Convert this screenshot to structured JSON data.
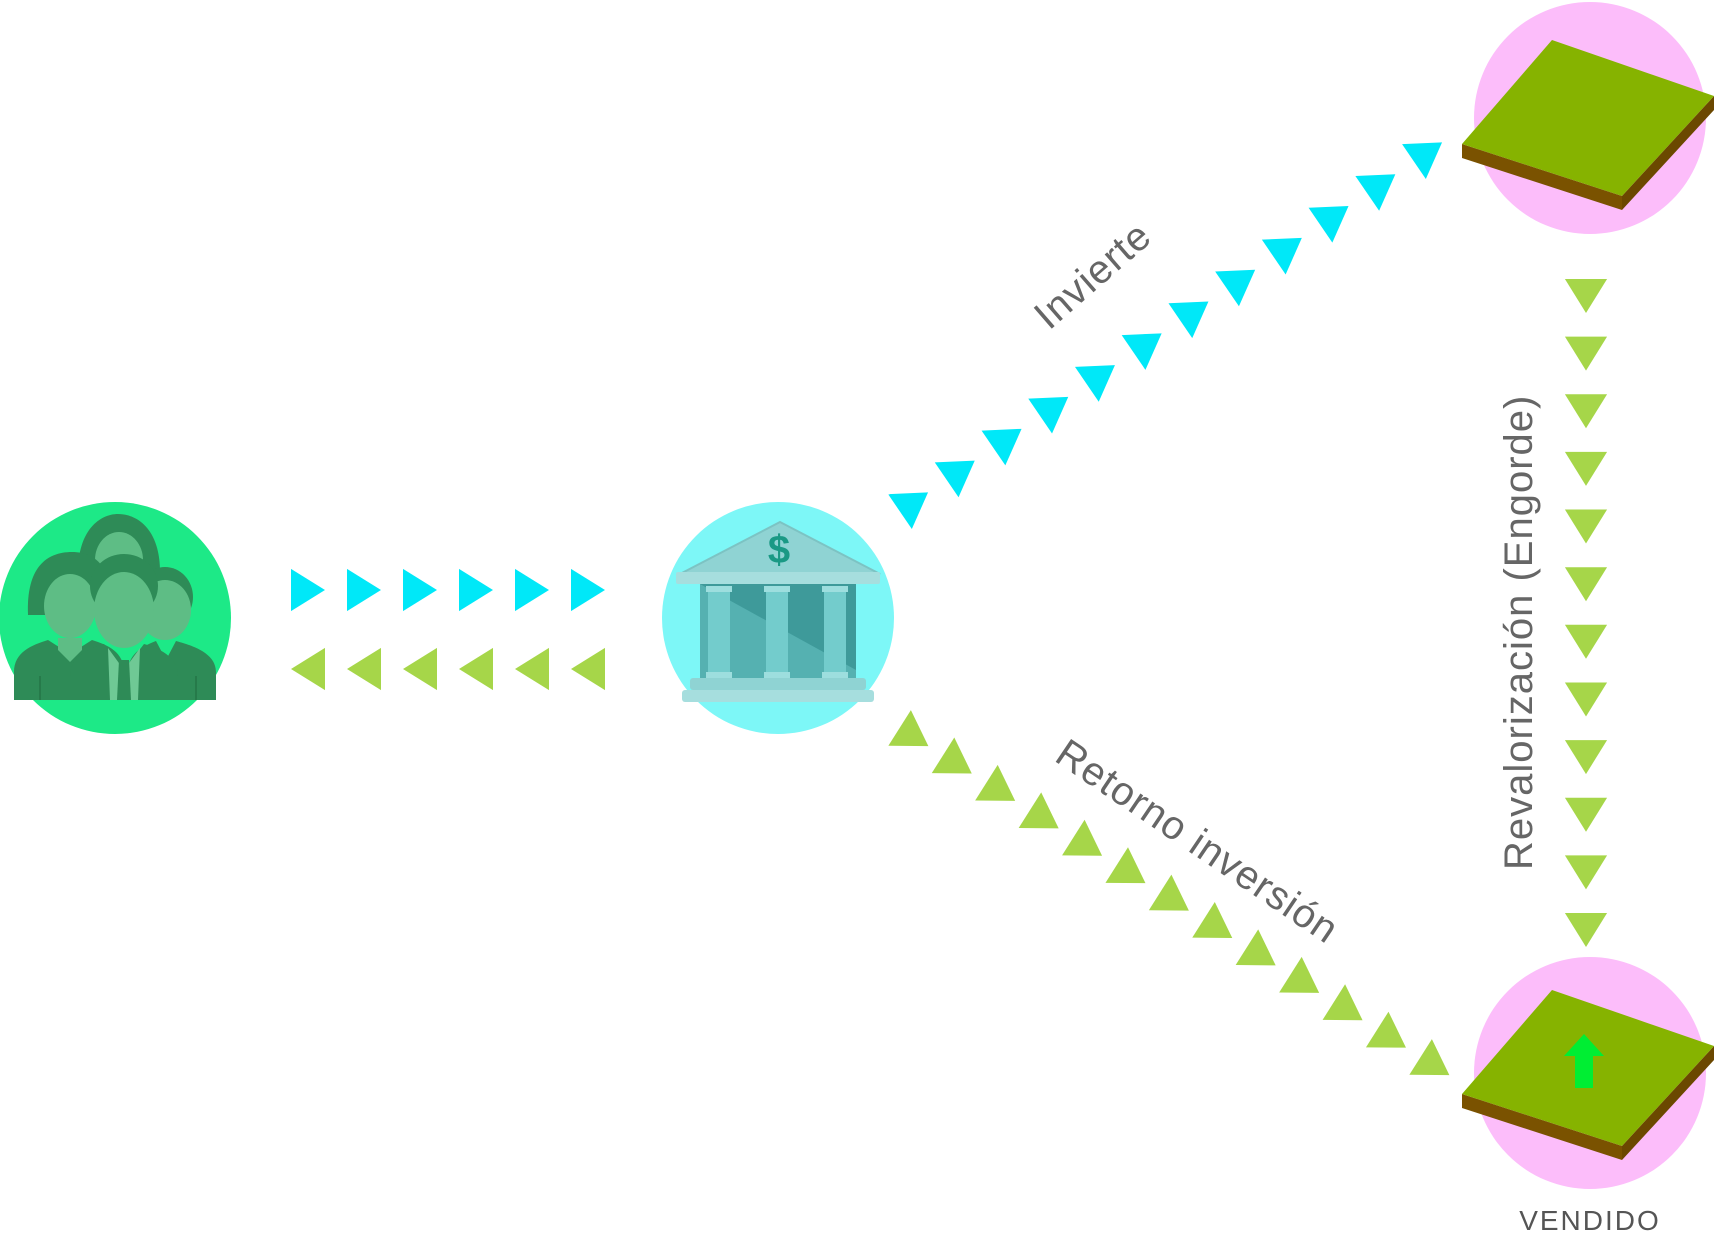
{
  "nodes": {
    "investors": {
      "icon": "investor-group-icon"
    },
    "bank": {
      "icon": "bank-icon",
      "symbol": "$"
    },
    "land_plot": {
      "icon": "land-plot-icon"
    },
    "land_plot_sold": {
      "icon": "land-plot-appreciated-icon",
      "status_label": "VENDIDO"
    }
  },
  "labels": {
    "invest": "Invierte",
    "appreciation": "Revalorización (Engorde)",
    "return": "Retorno inversión"
  },
  "colors": {
    "investor_circle": "#1de987",
    "investor_figures": "#2e8b57",
    "bank_circle": "#7df7f7",
    "plot_circle": "#fcbdfa",
    "plot_top": "#86b300",
    "plot_side": "#7a5200",
    "cyan_arrow": "#00e8f8",
    "green_arrow": "#a6d649",
    "up_arrow": "#00ee33",
    "label_text": "#666666"
  },
  "connections": [
    {
      "from": "investors",
      "to": "bank",
      "color": "cyan_arrow"
    },
    {
      "from": "bank",
      "to": "investors",
      "color": "green_arrow"
    },
    {
      "from": "bank",
      "to": "land_plot",
      "color": "cyan_arrow",
      "label": "invest"
    },
    {
      "from": "land_plot",
      "to": "land_plot_sold",
      "color": "green_arrow",
      "label": "appreciation"
    },
    {
      "from": "bank",
      "to": "land_plot_sold",
      "color": "green_arrow",
      "label": "return"
    }
  ]
}
